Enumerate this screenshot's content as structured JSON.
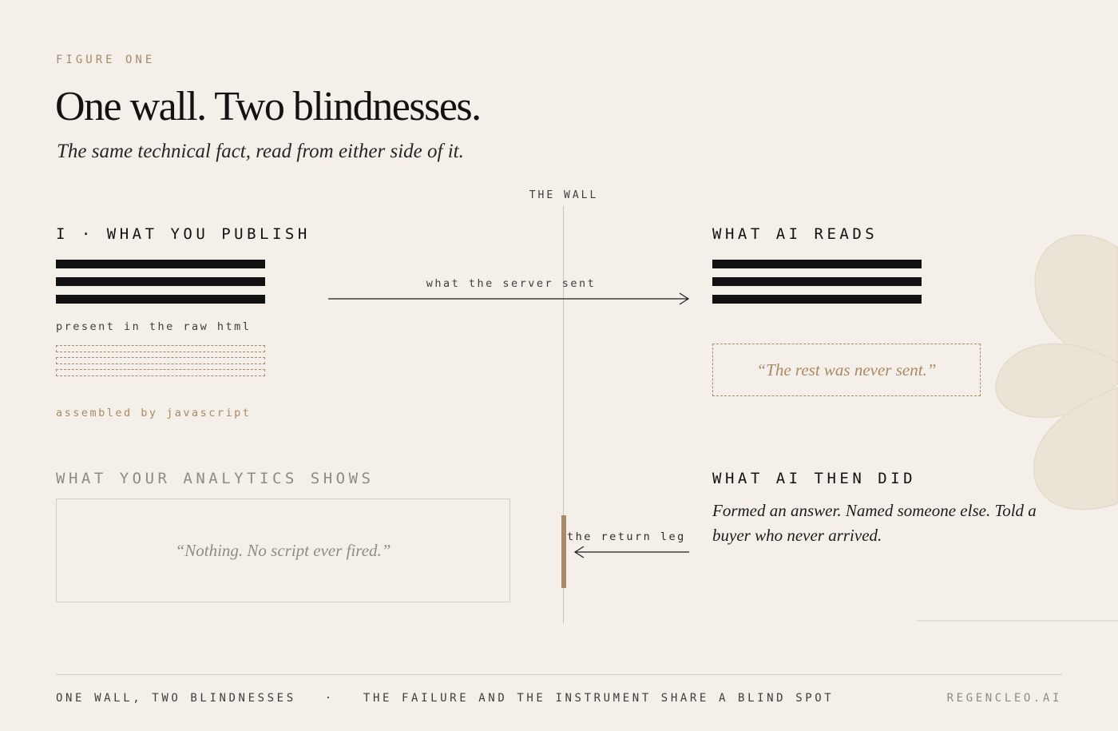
{
  "header": {
    "eyebrow": "FIGURE ONE",
    "title": "One wall. Two blindnesses.",
    "subtitle": "The same technical fact, read from either side of it."
  },
  "wall": {
    "label": "THE WALL"
  },
  "left": {
    "heading": "I · WHAT YOU PUBLISH",
    "raw_label": "present in the raw html",
    "js_label": "assembled by javascript"
  },
  "right": {
    "heading": "WHAT AI READS",
    "never_sent": "“The rest was never sent.”"
  },
  "flows": {
    "server_sent": "what the server sent",
    "return_leg": "the return leg"
  },
  "analytics": {
    "heading": "WHAT YOUR ANALYTICS SHOWS",
    "quote": "“Nothing. No script ever fired.”"
  },
  "ai_then": {
    "heading": "WHAT AI THEN DID",
    "text": "Formed an answer. Named someone else. Told a buyer who never arrived."
  },
  "footer": {
    "left": "ONE WALL, TWO BLINDNESSES   ·   THE FAILURE AND THE INSTRUMENT SHARE A BLIND SPOT",
    "right": "REGENCLEO.AI"
  },
  "colors": {
    "background": "#f4f0e9",
    "ink": "#121212",
    "accent_gold": "#a88a67",
    "muted": "#8f8a84"
  },
  "icons": [
    "decorative-flower-icon",
    "arrow-right-icon",
    "arrow-left-icon"
  ]
}
